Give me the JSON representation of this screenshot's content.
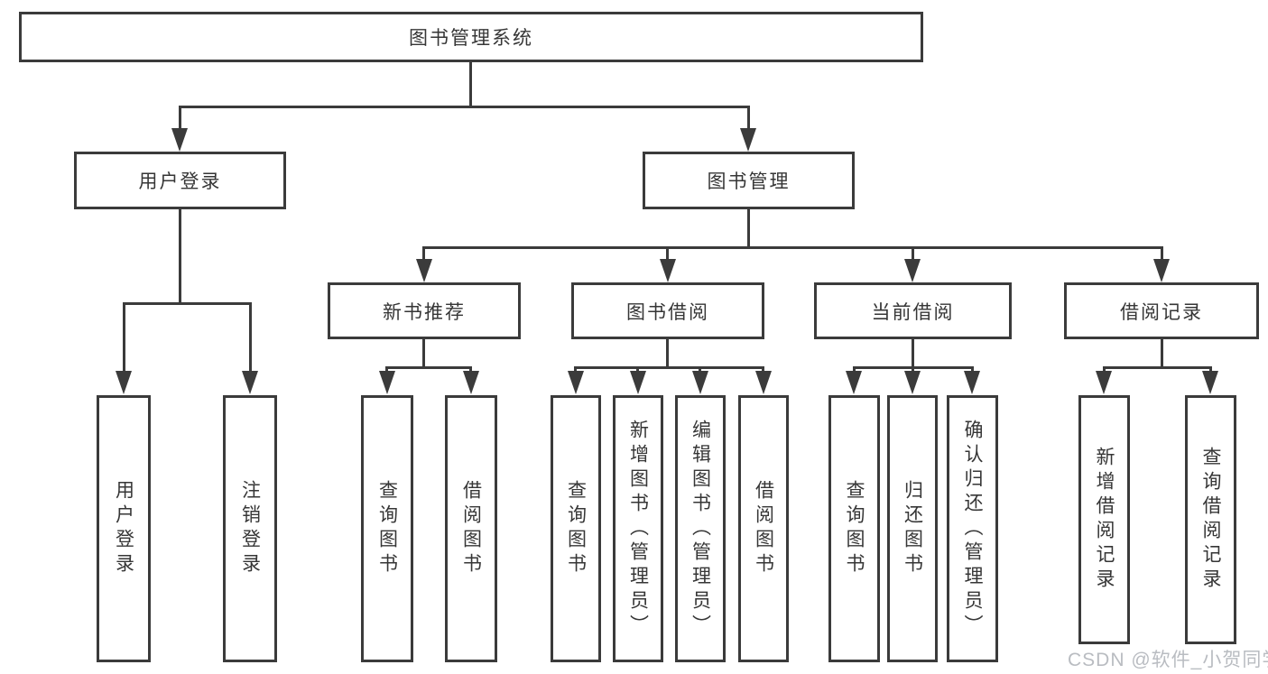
{
  "colors": {
    "line": "#3b3b3b",
    "text": "#363636",
    "wm": "#b9bcc1"
  },
  "nodes": {
    "root": "图书管理系统",
    "user_login": "用户登录",
    "book_management": "图书管理",
    "new_book_recommend": "新书推荐",
    "book_borrow": "图书借阅",
    "current_borrow": "当前借阅",
    "borrow_records": "借阅记录",
    "leaves": {
      "user_login": "用户登录",
      "logout": "注销登录",
      "nb_query_books": "查询图书",
      "nb_borrow_books": "借阅图书",
      "bb_query_books": "查询图书",
      "bb_add_books": "新增图书（管理员）",
      "bb_edit_books": "编辑图书（管理员）",
      "bb_borrow_books": "借阅图书",
      "cb_query_books": "查询图书",
      "cb_return_books": "归还图书",
      "cb_confirm_return": "确认归还（管理员）",
      "br_add_record": "新增借阅记录",
      "br_query_record": "查询借阅记录"
    }
  },
  "watermark": "CSDN @软件_小贺同学"
}
